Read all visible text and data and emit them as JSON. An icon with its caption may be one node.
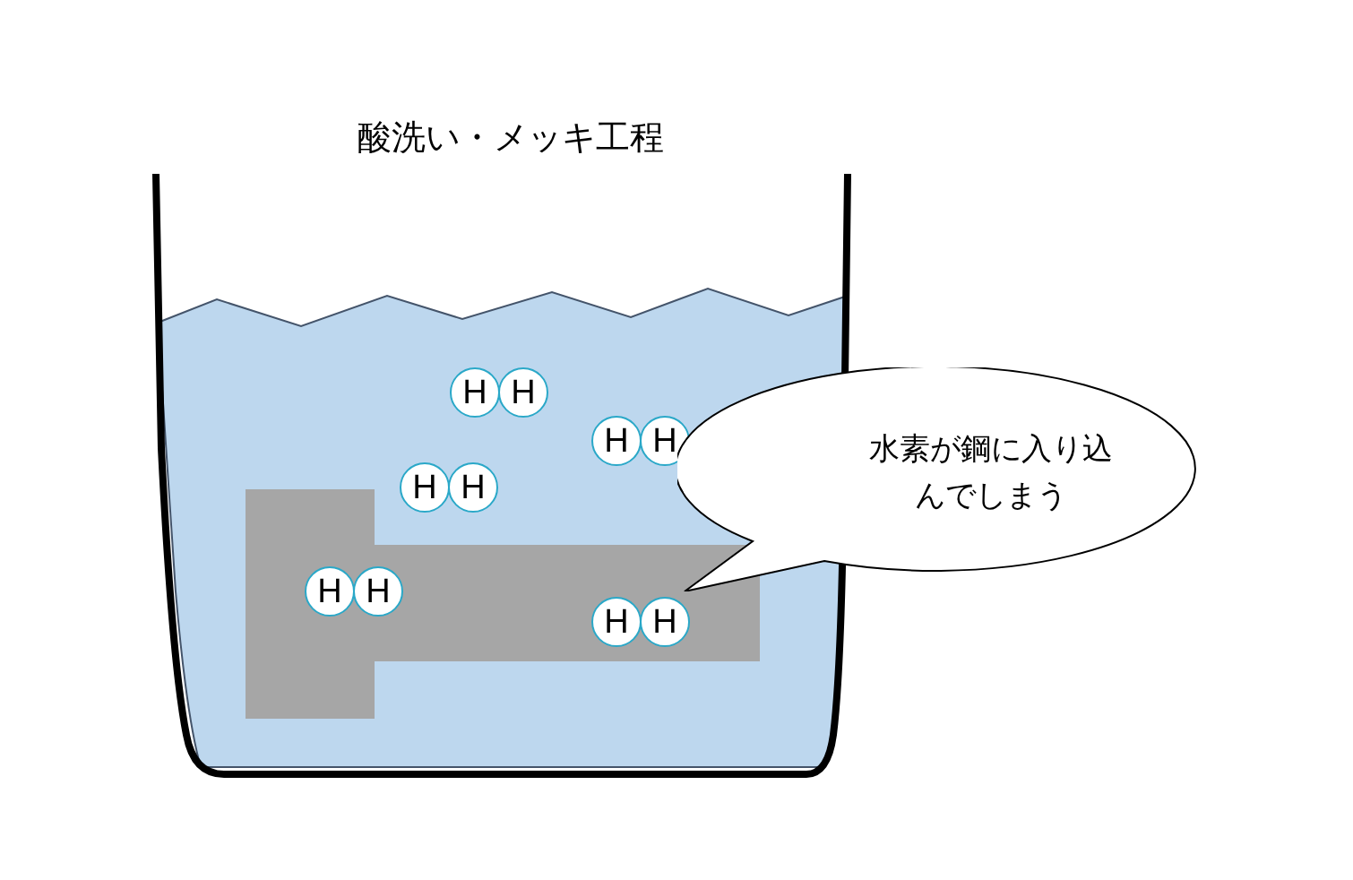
{
  "diagram": {
    "title": "酸洗い・メッキ工程",
    "nodes": [
      {
        "text": [
          "H"
        ]
      },
      {
        "text": [
          "H"
        ]
      },
      {
        "text": [
          "H"
        ]
      },
      {
        "text": [
          "H"
        ]
      },
      {
        "text": [
          "H"
        ]
      },
      {
        "text": [
          "H"
        ]
      },
      {
        "text": [
          "H"
        ]
      },
      {
        "text": [
          "H"
        ]
      },
      {
        "text": [
          "H"
        ]
      },
      {
        "text": [
          "H"
        ]
      },
      {
        "text": [
          "水素が鋼に入り込んでしまう"
        ]
      }
    ]
  }
}
